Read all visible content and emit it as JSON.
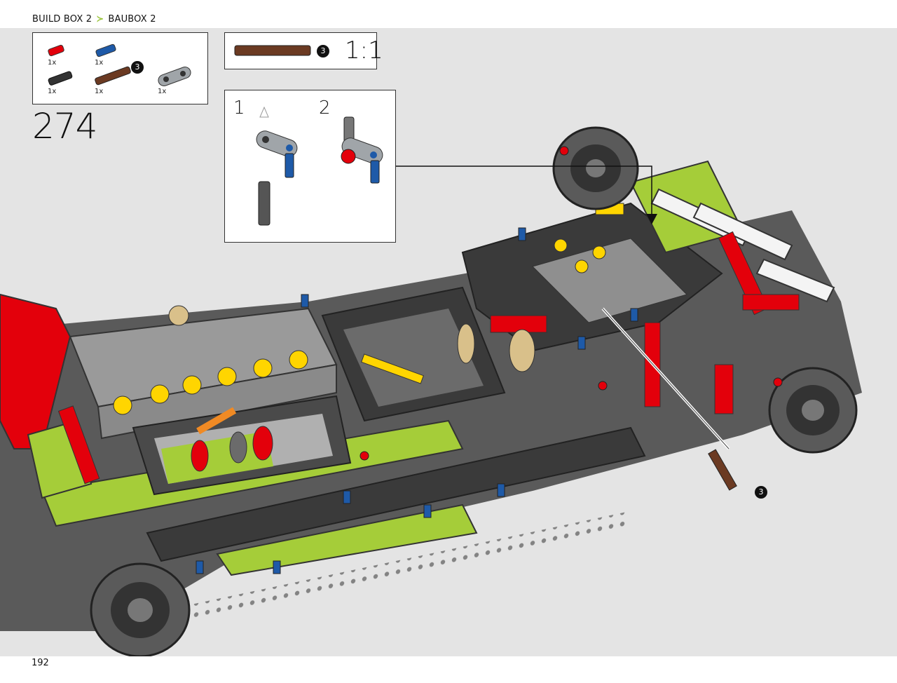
{
  "header": {
    "build_box_en": "BUILD BOX 2",
    "separator": "≻",
    "build_box_de": "BAUBOX 2"
  },
  "parts_list": {
    "items": [
      {
        "name": "red-friction-pin-half",
        "color": "#e3000b",
        "qty": "1x"
      },
      {
        "name": "blue-axle-pin",
        "color": "#1e5aa8",
        "qty": "1x"
      },
      {
        "name": "black-friction-pin-long",
        "color": "#333333",
        "qty": "1x"
      },
      {
        "name": "brown-axle",
        "color": "#6b3a22",
        "qty": "1x",
        "callout": "3"
      },
      {
        "name": "gray-beam-double",
        "color": "#a0a5a9",
        "qty": "1x"
      }
    ]
  },
  "ratio": {
    "part_callout": "3",
    "label": "1:1",
    "part_color": "#6b3a22"
  },
  "step": {
    "number": "274"
  },
  "substeps": {
    "labels": [
      "1",
      "2"
    ]
  },
  "main_callout": "3",
  "page": {
    "number": "192"
  },
  "colors": {
    "stage_bg": "#e4e4e4",
    "lime": "#a5cd39",
    "red": "#e3000b",
    "dark_gray": "#3a3a3a",
    "light_gray": "#a0a5a9",
    "yellow": "#ffd500",
    "blue": "#1e5aa8",
    "orange": "#f08a24",
    "brown": "#6b3a22",
    "tan": "#d9c08a",
    "white": "#f4f4f4"
  }
}
